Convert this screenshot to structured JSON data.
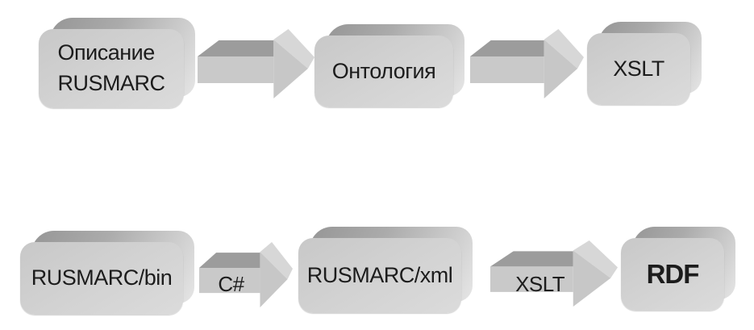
{
  "diagram": {
    "background_color": "#ffffff",
    "box_face_color": "#d2d2d2",
    "box_top_side_color": "#a0a0a0",
    "box_right_side_color": "#e2e2e2",
    "arrow_body_color": "#c9c9c9",
    "arrow_top_side_color": "#9c9c9c",
    "arrow_head_facet_color": "#d7d7d7",
    "text_color": "#1c1c1c"
  },
  "top_flow": {
    "box1_label": "Описание\nRUSMARC",
    "box2_label": "Онтология",
    "box3_label": "XSLT"
  },
  "bottom_flow": {
    "box1_label": "RUSMARC/bin",
    "arrow1_label": "C#",
    "box2_label": "RUSMARC/xml",
    "arrow2_label": "XSLT",
    "box3_label": "RDF"
  }
}
